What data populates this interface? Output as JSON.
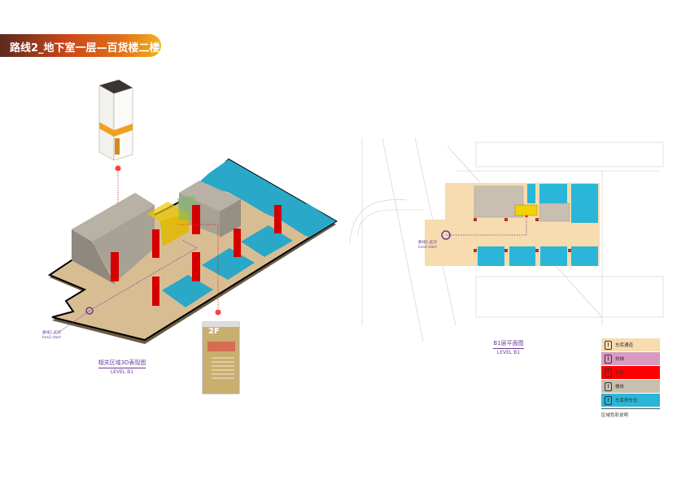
{
  "header": {
    "title": "路线2_地下室一层—百货楼二楼"
  },
  "view3d": {
    "caption": "相关区域3D表现图",
    "level": "LEVEL B1",
    "start_label_cn": "路线2_起点",
    "start_label_en": "line2 start",
    "sign_floor": "2F"
  },
  "plan": {
    "caption": "B1层平面图",
    "level": "LEVEL B1",
    "start_label_cn": "路线2_起点",
    "start_label_en": "line2 start"
  },
  "legend": {
    "items": [
      {
        "label": "车库通道",
        "color": "#f6dcae",
        "icon": "exclamation-icon"
      },
      {
        "label": "扶梯",
        "color": "#d99ac0",
        "icon": "exclamation-icon"
      },
      {
        "label": "柱体",
        "color": "#ff0000",
        "icon": "exclamation-icon"
      },
      {
        "label": "楼体",
        "color": "#c8bfb0",
        "icon": "exclamation-icon"
      },
      {
        "label": "车库停车位",
        "color": "#29b6d8",
        "icon": "exclamation-icon"
      }
    ],
    "caption": "区域色彩说明"
  },
  "colors": {
    "route": "#6a3c9a",
    "floor": "#d9bd92",
    "parking": "#29a8c8",
    "column": "#d40000",
    "building": "#a8a195",
    "escalator": "#e2b800"
  }
}
